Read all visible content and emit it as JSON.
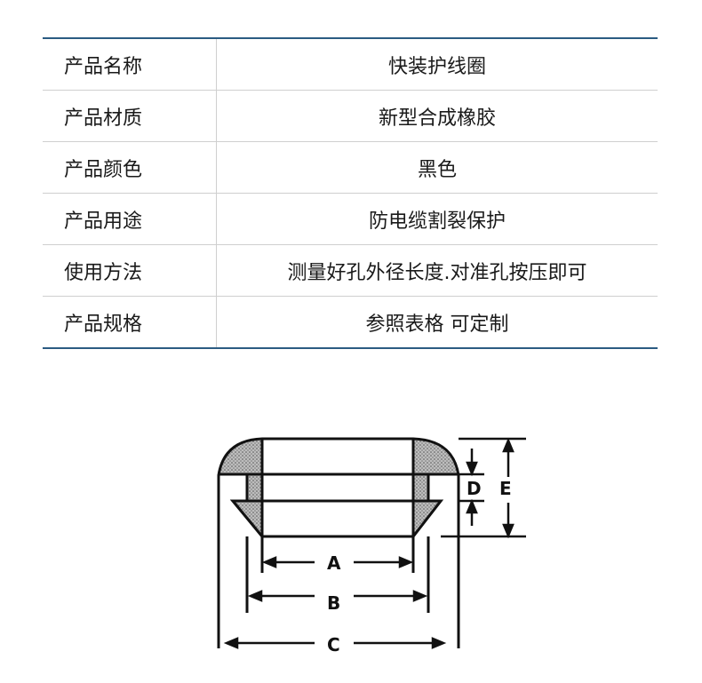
{
  "specs": [
    {
      "label": "产品名称",
      "value": "快装护线圈"
    },
    {
      "label": "产品材质",
      "value": "新型合成橡胶"
    },
    {
      "label": "产品颜色",
      "value": "黑色"
    },
    {
      "label": "产品用途",
      "value": "防电缆割裂保护"
    },
    {
      "label": "使用方法",
      "value": "测量好孔外径长度.对准孔按压即可"
    },
    {
      "label": "产品规格",
      "value": "参照表格  可定制"
    }
  ],
  "diagram": {
    "dim_a": "A",
    "dim_b": "B",
    "dim_c": "C",
    "dim_d": "D",
    "dim_e": "E"
  }
}
